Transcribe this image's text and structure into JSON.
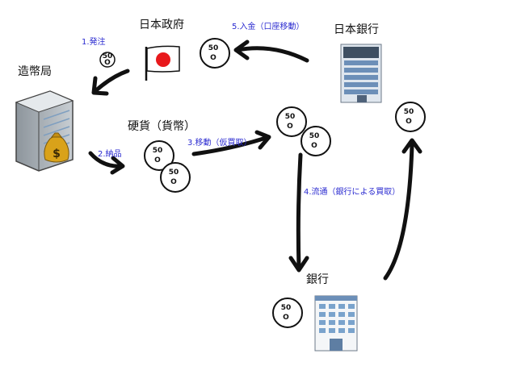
{
  "labels": {
    "government": "日本政府",
    "boj": "日本銀行",
    "mint": "造幣局",
    "coins": "硬貨（貨幣）",
    "bank": "銀行"
  },
  "steps": {
    "s1": "1.発注",
    "s2": "2.納品",
    "s3": "3.移動（仮買取）",
    "s4": "4.流通（銀行による買取）",
    "s5": "5.入金（口座移動）"
  },
  "coin": {
    "value_top": "50",
    "value_bottom": "O"
  },
  "colors": {
    "step_text": "#2b2bd0",
    "flag_red": "#e8191c",
    "money_bag": "#d9a21a"
  }
}
